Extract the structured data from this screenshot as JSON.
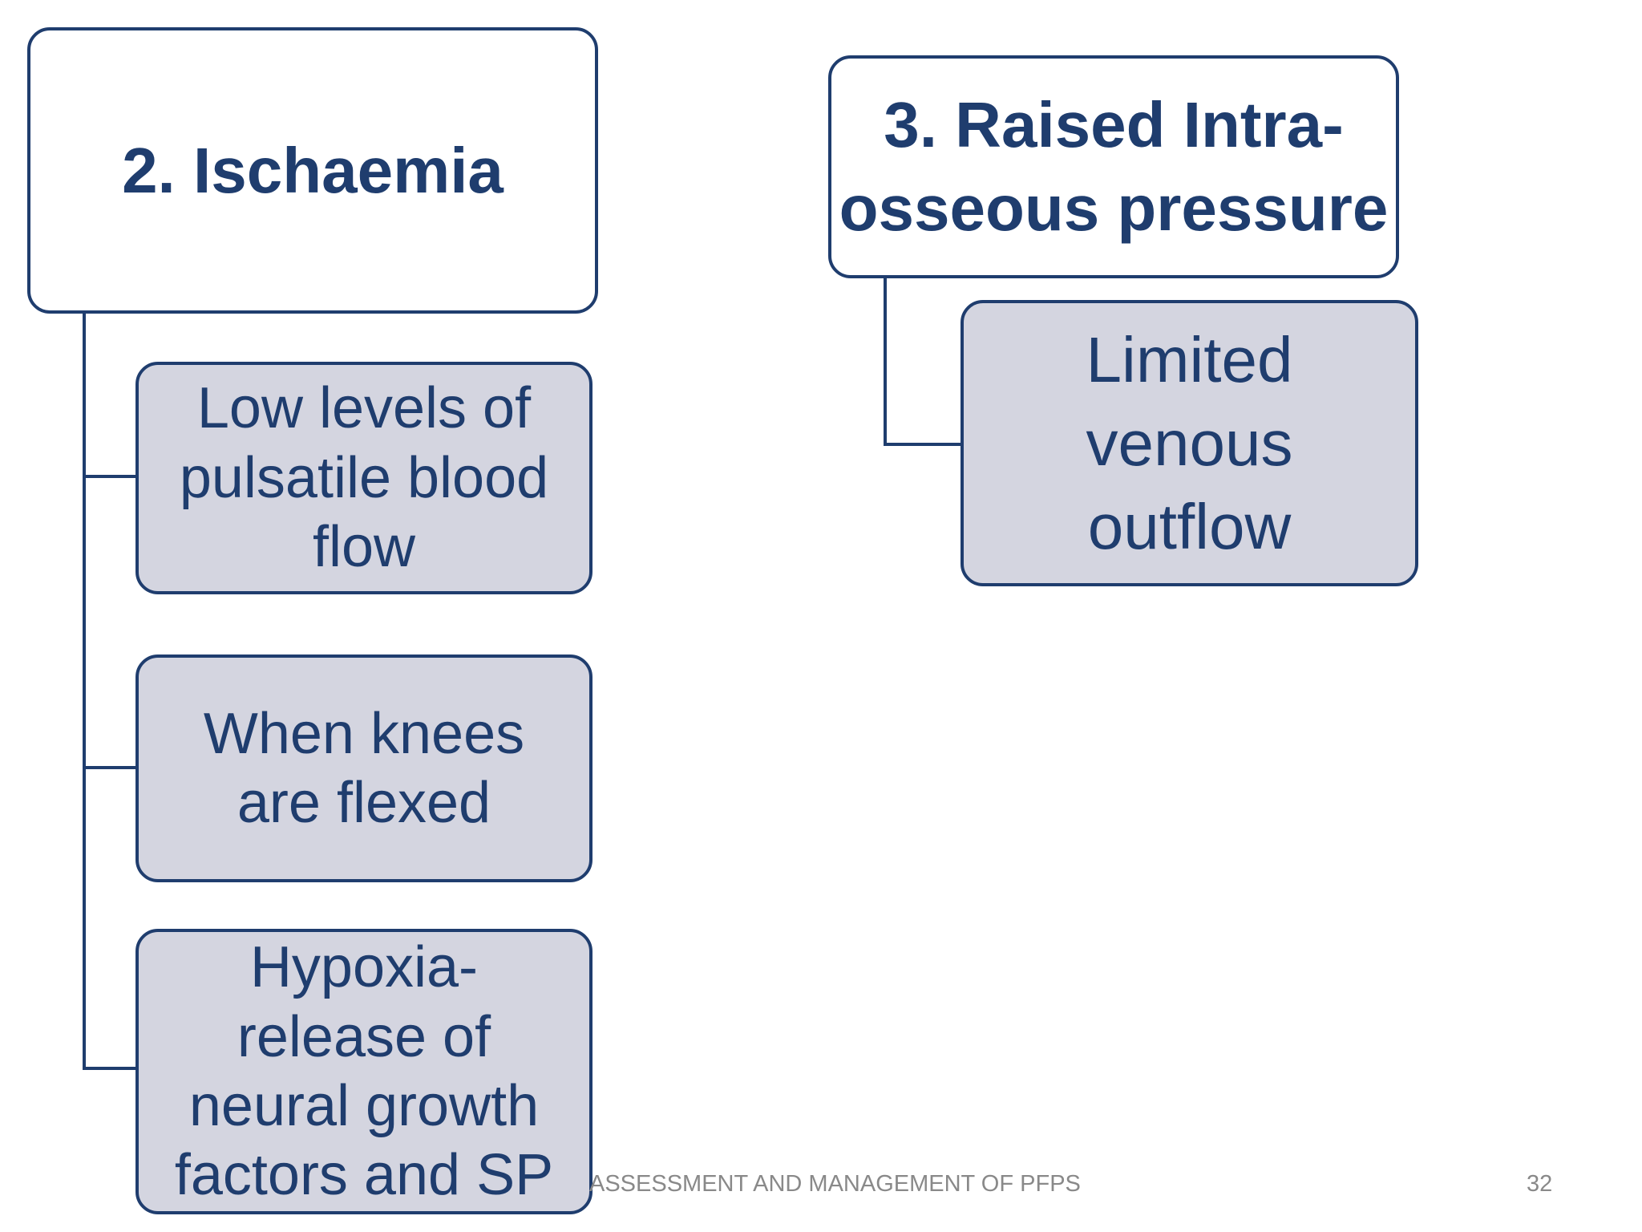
{
  "diagram": {
    "left": {
      "header": "2. Ischaemia",
      "children": [
        "Low levels of\npulsatile blood\nflow",
        "When knees\nare flexed",
        "Hypoxia-\nrelease of\nneural growth\nfactors and SP"
      ]
    },
    "right": {
      "header": "3. Raised Intra-\nosseous pressure",
      "children": [
        "Limited\nvenous\noutflow"
      ]
    }
  },
  "footer": {
    "title": "ASSESSMENT AND MANAGEMENT OF PFPS",
    "page_number": "32"
  },
  "colors": {
    "primary": "#1f3d6e",
    "child_fill": "#d4d5e0",
    "footer_text": "#898989"
  }
}
